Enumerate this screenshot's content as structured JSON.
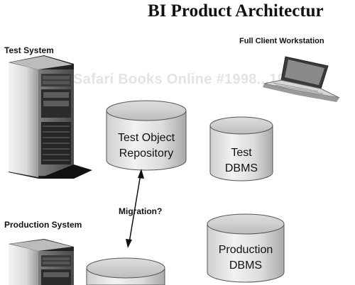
{
  "title": "BI Product Architectur",
  "watermark": "Safari Books Online #1998...1978",
  "labels": {
    "test_system": "Test System",
    "production_system": "Production System",
    "full_client": "Full Client Workstation",
    "migration": "Migration?"
  },
  "cylinders": {
    "test_object_repository": [
      "Test Object",
      "Repository"
    ],
    "test_dbms": [
      "Test",
      "DBMS"
    ],
    "production_dbms": [
      "Production",
      "DBMS"
    ]
  }
}
